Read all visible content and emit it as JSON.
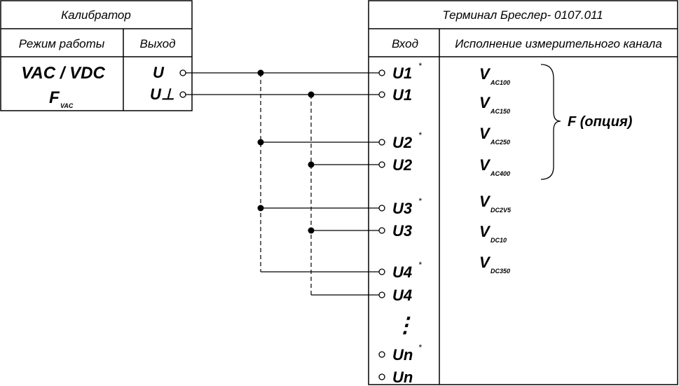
{
  "calibrator": {
    "title": "Калибратор",
    "col_mode": "Режим работы",
    "col_output": "Выход",
    "mode_line1": "VAC /  VDC",
    "mode_f": "F",
    "mode_f_sub": "VAC",
    "out_u": "U",
    "out_ugnd": "U⊥"
  },
  "terminal": {
    "title": "Терминал Бреслер- 0107.011",
    "col_input": "Вход",
    "col_channel": "Исполнение измерительного канала",
    "inputs": [
      {
        "label": "U1",
        "mark": "*"
      },
      {
        "label": "U1",
        "mark": ""
      },
      {
        "label": "U2",
        "mark": "*"
      },
      {
        "label": "U2",
        "mark": ""
      },
      {
        "label": "U3",
        "mark": "*"
      },
      {
        "label": "U3",
        "mark": ""
      },
      {
        "label": "U4",
        "mark": "*"
      },
      {
        "label": "U4",
        "mark": ""
      },
      {
        "label": "Un",
        "mark": "*"
      },
      {
        "label": "Un",
        "mark": ""
      }
    ],
    "ellipsis": "⋮",
    "channels": [
      {
        "v": "V",
        "sub": "AC100"
      },
      {
        "v": "V",
        "sub": "AC150"
      },
      {
        "v": "V",
        "sub": "AC250"
      },
      {
        "v": "V",
        "sub": "AC400"
      },
      {
        "v": "V",
        "sub": "DC2V5"
      },
      {
        "v": "V",
        "sub": "DC10"
      },
      {
        "v": "V",
        "sub": "DC350"
      }
    ],
    "brace_label": "F (опция)"
  }
}
